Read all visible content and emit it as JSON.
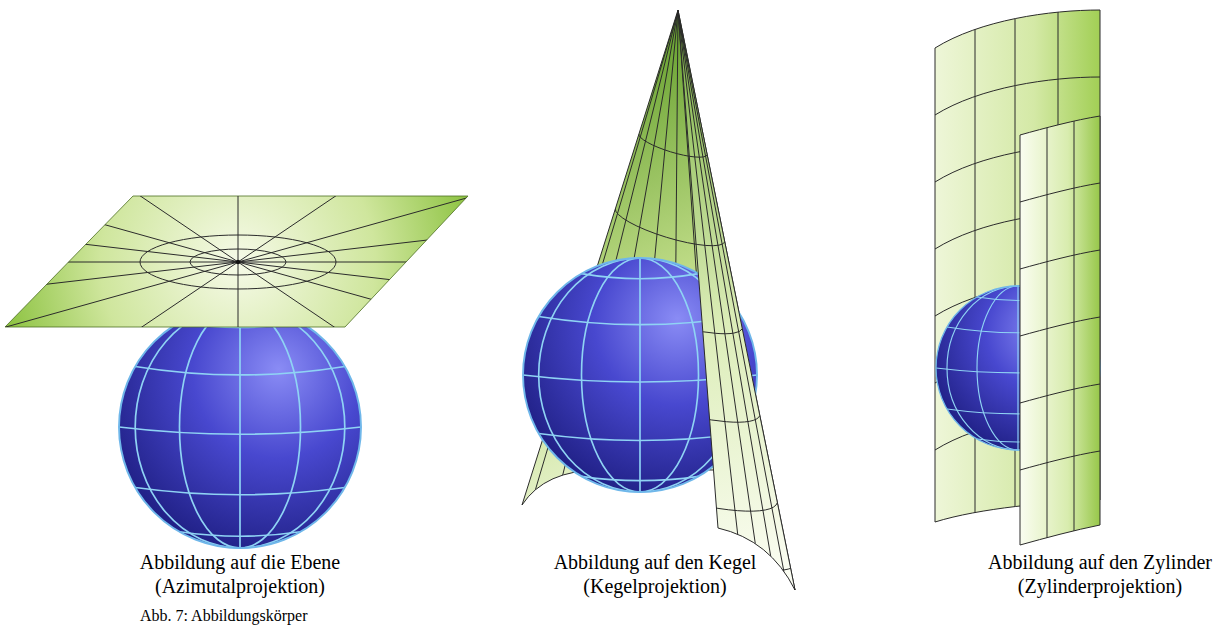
{
  "diagram": {
    "caption": "Abb. 7: Abbildungskörper",
    "labels": [
      "Abbildung auf die Ebene (Azimutalprojektion)",
      "Abbildung auf den Kegel (Kegelprojektion)",
      "Abbildung auf den Zylinder (Zylinderprojektion)"
    ]
  }
}
